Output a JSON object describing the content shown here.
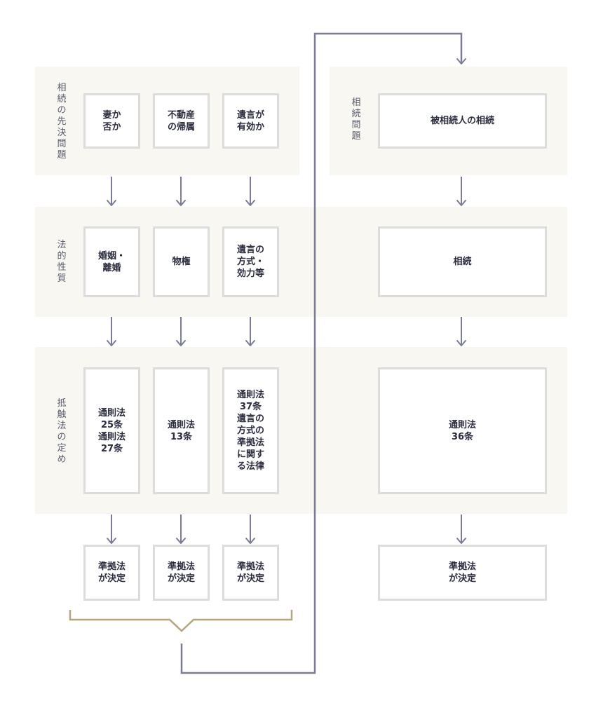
{
  "colors": {
    "band": "#f8f7f2",
    "box_border": "#dcdcdc",
    "arrow": "#7a7b95",
    "connector": "#7a7b95",
    "brace": "#b5a57c",
    "text": "#2b2c3e",
    "label": "#595a6c"
  },
  "left": {
    "rows": [
      {
        "label": "相続の先決問題",
        "cells": [
          "妻か\n否か",
          "不動産\nの帰属",
          "遺言が\n有効か"
        ]
      },
      {
        "label": "法的性質",
        "cells": [
          "婚姻・\n離婚",
          "物権",
          "遺言の\n方式・\n効力等"
        ]
      },
      {
        "label": "抵触法の定め",
        "cells": [
          "通則法\n25条\n通則法\n27条",
          "通則法\n13条",
          "通則法\n37条\n遺言の\n方式の\n準拠法\nに関す\nる法律"
        ]
      }
    ],
    "results": [
      "準拠法\nが決定",
      "準拠法\nが決定",
      "準拠法\nが決定"
    ]
  },
  "right": {
    "rows": [
      {
        "label": "相続問題",
        "cell": "被相続人の相続"
      },
      {
        "label": "",
        "cell": "相続"
      },
      {
        "label": "",
        "cell": "通則法\n36条"
      }
    ],
    "result": "準拠法\nが決定"
  }
}
